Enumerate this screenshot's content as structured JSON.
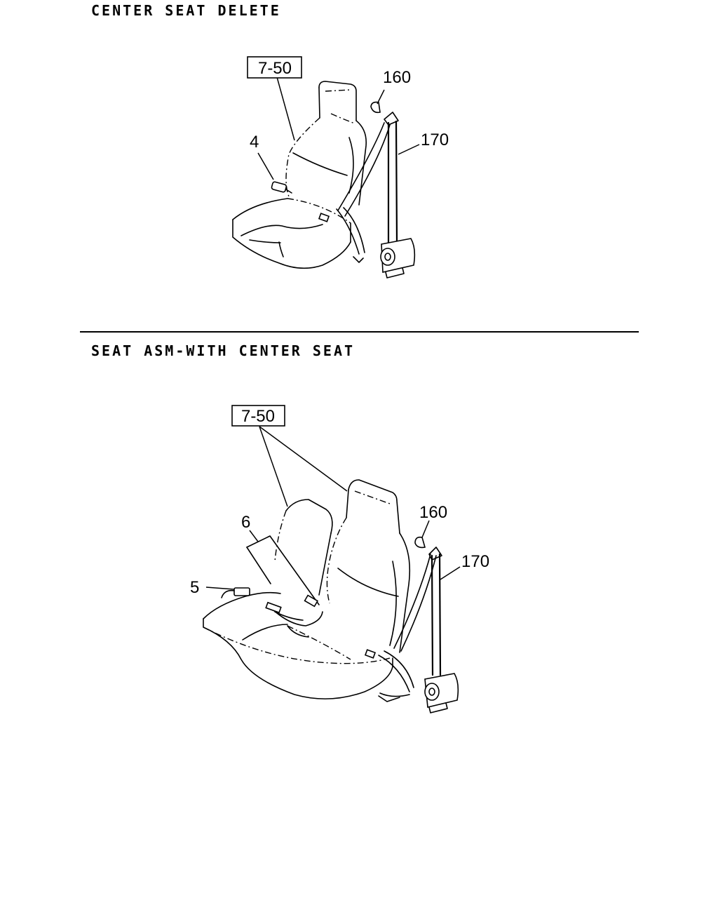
{
  "sections": [
    {
      "title": "CENTER SEAT DELETE",
      "callouts": {
        "assembly_ref": "7-50",
        "c4": "4",
        "c160": "160",
        "c170": "170"
      }
    },
    {
      "title": "SEAT ASM-WITH CENTER SEAT",
      "callouts": {
        "assembly_ref": "7-50",
        "c5": "5",
        "c6": "6",
        "c160": "160",
        "c170": "170"
      }
    }
  ],
  "colors": {
    "line": "#000000",
    "background": "#ffffff"
  }
}
